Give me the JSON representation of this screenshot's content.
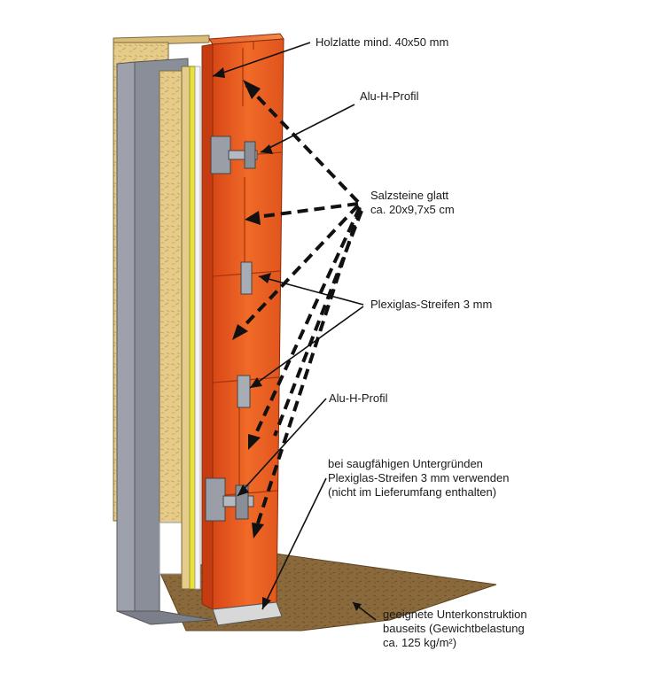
{
  "labels": {
    "holzlatte": "Holzlatte mind. 40x50 mm",
    "alu_top": "Alu-H-Profil",
    "salzsteine": [
      "Salzsteine glatt",
      "ca. 20x9,7x5 cm"
    ],
    "plexiglas": "Plexiglas-Streifen 3 mm",
    "alu_bottom": "Alu-H-Profil",
    "saugfaehig": [
      "bei saugfähigen Untergründen",
      "Plexiglas-Streifen 3 mm verwenden",
      "(nicht im Lieferumfang enthalten)"
    ],
    "unterkonstruktion": [
      "geeignete Unterkonstruktion",
      "bauseits (Gewichtbelastung",
      "ca. 125 kg/m²)"
    ]
  },
  "colors": {
    "brick": "#e8501a",
    "brick_light": "#f07a3a",
    "brick_dark": "#c43c10",
    "osb": "#e6cc8a",
    "wall_gray": "#8a8e99",
    "floor": "#8a6a3c",
    "insulation_yellow": "#e8e23a",
    "aluminium": "#9a9ea6"
  }
}
